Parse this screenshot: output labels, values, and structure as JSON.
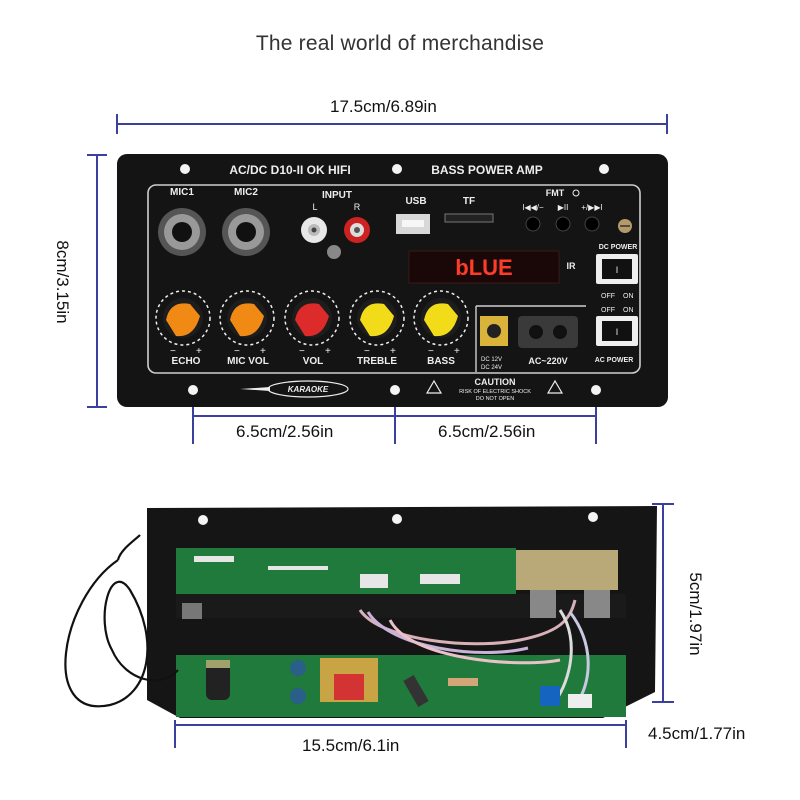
{
  "header": {
    "title": "The real world of merchandise"
  },
  "front_panel": {
    "model_label": "AC/DC D10-II OK HIFI",
    "amp_label": "BASS POWER AMP",
    "mic1_label": "MIC1",
    "mic2_label": "MIC2",
    "input_label": "INPUT",
    "input_l": "L",
    "input_r": "R",
    "usb_label": "USB",
    "tf_label": "TF",
    "fmt_label": "FMT",
    "display_text": "bLUE",
    "ir_label": "IR",
    "dc_power_label": "DC POWER",
    "ac_power_label": "AC POWER",
    "off_label": "OFF",
    "on_label": "ON",
    "dc_input_label_1": "DC 12V",
    "dc_input_label_2": "DC 24V",
    "ac_input_label": "AC~220V",
    "knobs": [
      {
        "label": "ECHO",
        "color": "#f08a14"
      },
      {
        "label": "MIC VOL",
        "color": "#f08a14"
      },
      {
        "label": "VOL",
        "color": "#dd2a2a"
      },
      {
        "label": "TREBLE",
        "color": "#f2dc1a"
      },
      {
        "label": "BASS",
        "color": "#f2dc1a"
      }
    ],
    "karaoke_label": "KARAOKE",
    "caution_title": "CAUTION",
    "caution_line1": "RISK OF ELECTRIC SHOCK",
    "caution_line2": "DO NOT OPEN",
    "button_labels": [
      "I◀◀/−",
      "▶II",
      "+/▶▶I"
    ]
  },
  "dimensions": {
    "front_width": "17.5cm/6.89in",
    "front_height": "8cm/3.15in",
    "hole_spacing_left": "6.5cm/2.56in",
    "hole_spacing_right": "6.5cm/2.56in",
    "board_width": "15.5cm/6.1in",
    "board_height": "5cm/1.97in",
    "board_depth": "4.5cm/1.77in"
  },
  "colors": {
    "dimension_line": "#3b3f9e",
    "panel": "#141414",
    "pcb": "#1f7a3c"
  }
}
